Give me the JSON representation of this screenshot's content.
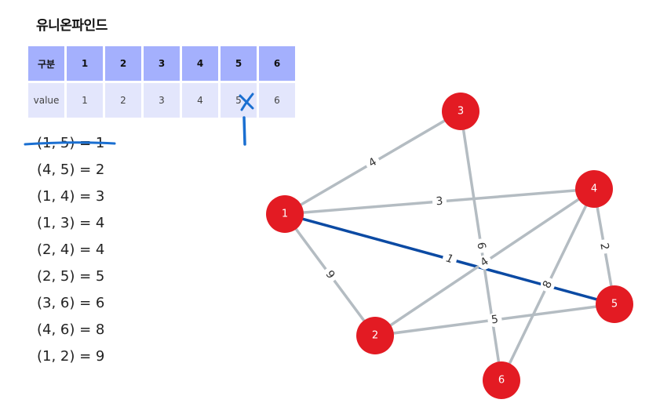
{
  "title": "유니온파인드",
  "table": {
    "header": [
      "구분",
      "1",
      "2",
      "3",
      "4",
      "5",
      "6"
    ],
    "values": [
      "value",
      "1",
      "2",
      "3",
      "4",
      "5",
      "6"
    ]
  },
  "edge_list": [
    {
      "text": "(1, 5) = 1",
      "struck": true
    },
    {
      "text": "(4, 5) = 2",
      "struck": false
    },
    {
      "text": "(1, 4) = 3",
      "struck": false
    },
    {
      "text": "(1, 3) = 4",
      "struck": false
    },
    {
      "text": "(2, 4) = 4",
      "struck": false
    },
    {
      "text": "(2, 5) = 5",
      "struck": false
    },
    {
      "text": "(3, 6) = 6",
      "struck": false
    },
    {
      "text": "(4, 6) = 8",
      "struck": false
    },
    {
      "text": "(1, 2) = 9",
      "struck": false
    }
  ],
  "graph": {
    "nodes": [
      "1",
      "2",
      "3",
      "4",
      "5",
      "6"
    ],
    "edges": [
      {
        "from": "1",
        "to": "3",
        "weight": "4",
        "highlight": false
      },
      {
        "from": "1",
        "to": "4",
        "weight": "3",
        "highlight": false
      },
      {
        "from": "1",
        "to": "5",
        "weight": "1",
        "highlight": true
      },
      {
        "from": "1",
        "to": "2",
        "weight": "9",
        "highlight": false
      },
      {
        "from": "3",
        "to": "6",
        "weight": "6",
        "highlight": false
      },
      {
        "from": "2",
        "to": "4",
        "weight": "4",
        "highlight": false
      },
      {
        "from": "4",
        "to": "6",
        "weight": "8",
        "highlight": false
      },
      {
        "from": "4",
        "to": "5",
        "weight": "2",
        "highlight": false
      },
      {
        "from": "2",
        "to": "5",
        "weight": "5",
        "highlight": false
      }
    ]
  },
  "colors": {
    "node": "#e31b23",
    "edge": "#b4bcc2",
    "highlight_edge": "#0b4aa3",
    "annotation": "#1a6fd1",
    "table_header": "#a4b0fd",
    "table_cell": "#e3e6fc"
  }
}
